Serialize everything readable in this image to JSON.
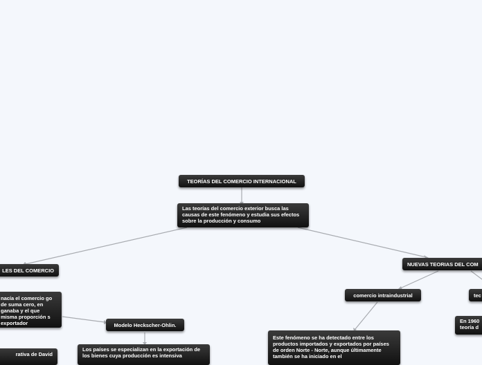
{
  "map": {
    "root": "TEORÍAS DEL COMERCIO INTERNACIONAL",
    "definition": "Las teorías del comercio exterior busca las causas de este fenómeno y estudia sus efectos sobre la producción y consumo",
    "classical": {
      "title": "LES DEL COMERCIO",
      "mercantilism_note": "nacía el comercio go de suma cero, en ganaba y el que misma proporción s exportador",
      "heckscher_ohlin": "Modelo Heckscher-Ohlin.",
      "heckscher_ohlin_note": "Los países se especializan en la exportación de los bienes cuya producción es intensiva",
      "ricardo": "rativa de David"
    },
    "new_theories": {
      "title": "NUEVAS TEORIAS DEL COM",
      "intraindustrial": "comercio intraindustrial",
      "intraindustrial_note": "Este fenómeno se ha detectado entre los productos importados y exportados por países de orden Norte - Norte, aunque últimamente también se ha iniciado en el",
      "tech": "tec",
      "tech_note": "En 1960 teoría d"
    }
  },
  "colors": {
    "node_fill": "#1a1a1a",
    "connector": "#a8abb0",
    "canvas": "#f4f7fc"
  }
}
